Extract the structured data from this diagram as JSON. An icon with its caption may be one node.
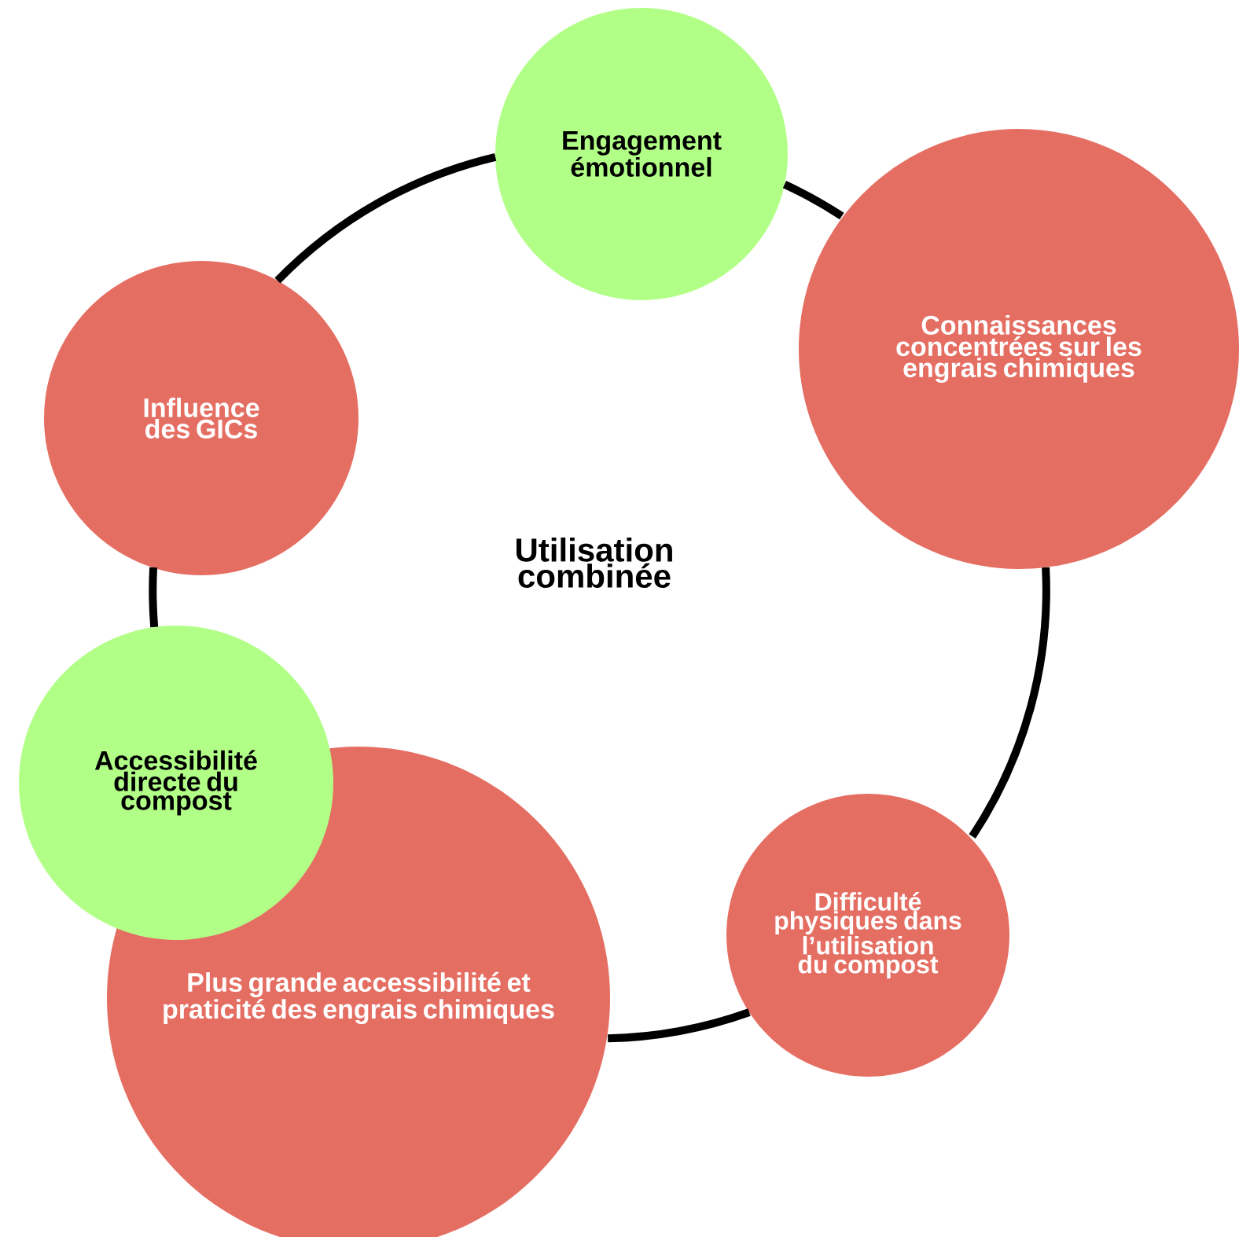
{
  "diagram": {
    "nodes": [
      {
        "text": [
          "Engagement émotionnel"
        ]
      },
      {
        "text": [
          "Connaissances concentrées sur les engrais chimiques"
        ]
      },
      {
        "text": [
          "Influence des GICs"
        ]
      },
      {
        "text": [
          "Utilisation combinée"
        ]
      },
      {
        "text": [
          "Accessibilité directe du compost"
        ]
      },
      {
        "text": [
          "Difficulté physiques dans l’utilisation du compost"
        ]
      },
      {
        "text": [
          "Plus grande accessibilité et praticité des engrais chimiques"
        ]
      }
    ],
    "edges": [
      {
        "from": 0,
        "to": 1,
        "arrow": "none"
      },
      {
        "from": 1,
        "to": 5,
        "arrow": "none"
      },
      {
        "from": 5,
        "to": 6,
        "arrow": "none"
      },
      {
        "from": 4,
        "to": 2,
        "arrow": "none"
      },
      {
        "from": 2,
        "to": 0,
        "arrow": "none"
      }
    ]
  }
}
